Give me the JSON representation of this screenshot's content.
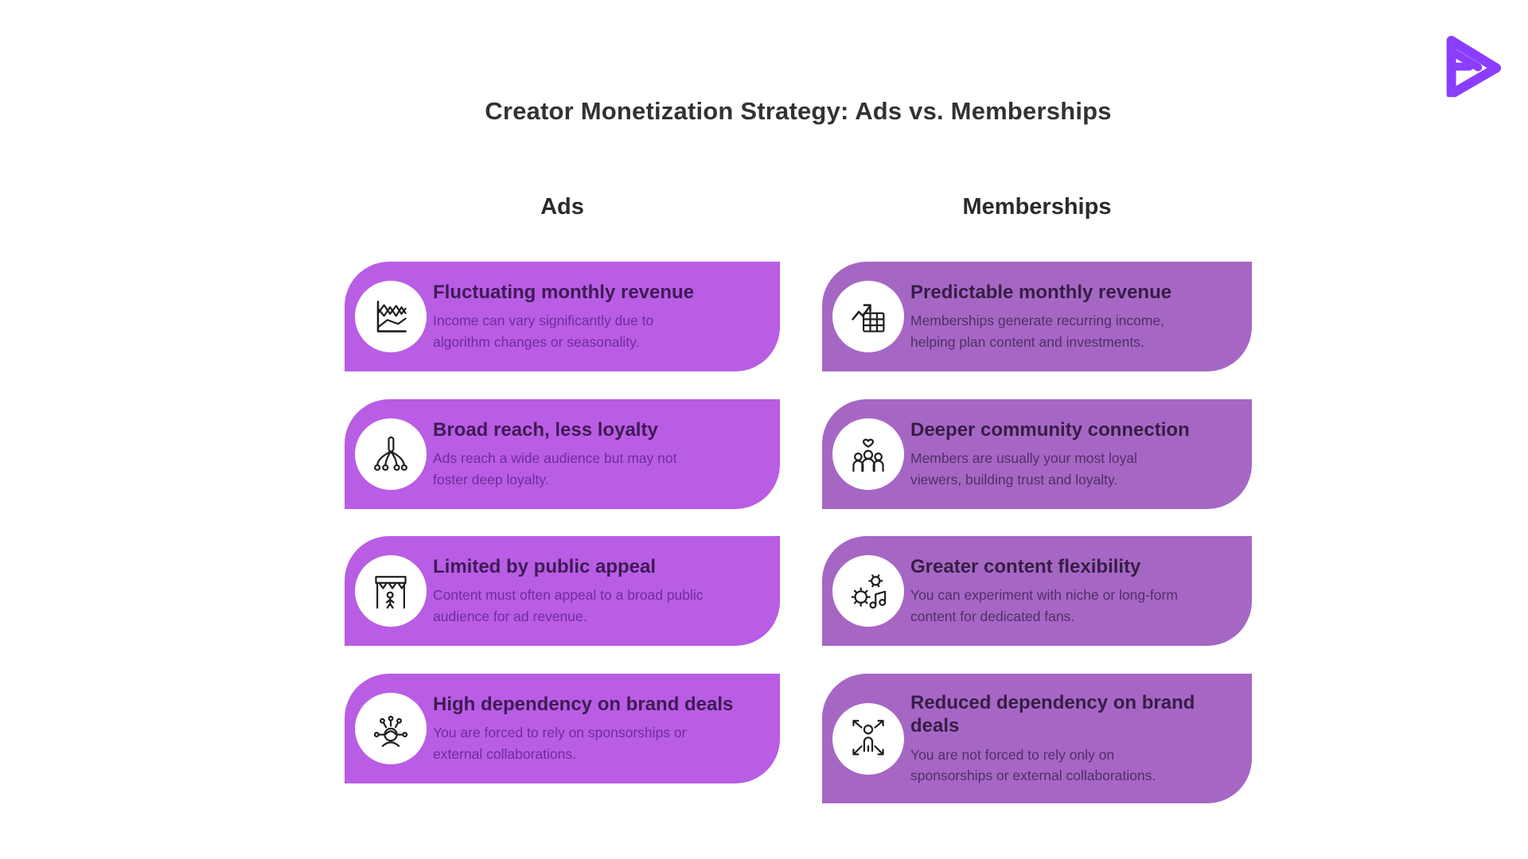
{
  "page": {
    "background_color": "#ffffff",
    "title": "Creator Monetization Strategy: Ads vs. Memberships",
    "title_color": "#323232"
  },
  "logo": {
    "icon": "play-triangle-logo",
    "color": "#8b3dff"
  },
  "columns": [
    {
      "label": "Ads",
      "card_color": "#b95de4",
      "title_color": "#3f1a56",
      "desc_color": "#6f2c9b",
      "cards": [
        {
          "icon": "fluctuating-line-chart-icon",
          "title": [
            "Fluctuating monthly revenue"
          ],
          "description": [
            "Income can vary significantly due to",
            "algorithm changes or seasonality."
          ]
        },
        {
          "icon": "broadcast-reach-icon",
          "title": [
            "Broad reach, less loyalty"
          ],
          "description": [
            "Ads reach a wide audience but may not",
            "foster deep loyalty."
          ]
        },
        {
          "icon": "stage-banner-icon",
          "title": [
            "Limited by public appeal"
          ],
          "description": [
            "Content must often appeal to a broad public",
            "audience for ad revenue."
          ]
        },
        {
          "icon": "brand-deals-person-icon",
          "title": [
            "High dependency on brand deals"
          ],
          "description": [
            "You are forced to rely on sponsorships or",
            "external collaborations."
          ]
        }
      ]
    },
    {
      "label": "Memberships",
      "card_color": "#a667c4",
      "title_color": "#371d47",
      "desc_color": "#512e68",
      "cards": [
        {
          "icon": "growth-table-icon",
          "title": [
            "Predictable monthly revenue"
          ],
          "description": [
            "Memberships generate recurring income,",
            "helping plan content and investments."
          ]
        },
        {
          "icon": "community-heart-icon",
          "title": [
            "Deeper community connection"
          ],
          "description": [
            "Members are usually your most loyal",
            "viewers, building trust and loyalty."
          ]
        },
        {
          "icon": "gear-music-icon",
          "title": [
            "Greater content flexibility"
          ],
          "description": [
            "You can experiment with niche or long-form",
            "content for dedicated fans."
          ]
        },
        {
          "icon": "expand-person-icon",
          "title": [
            "Reduced dependency on brand",
            "deals"
          ],
          "description": [
            "You are not forced to rely only on",
            "sponsorships or external collaborations."
          ]
        }
      ]
    }
  ]
}
